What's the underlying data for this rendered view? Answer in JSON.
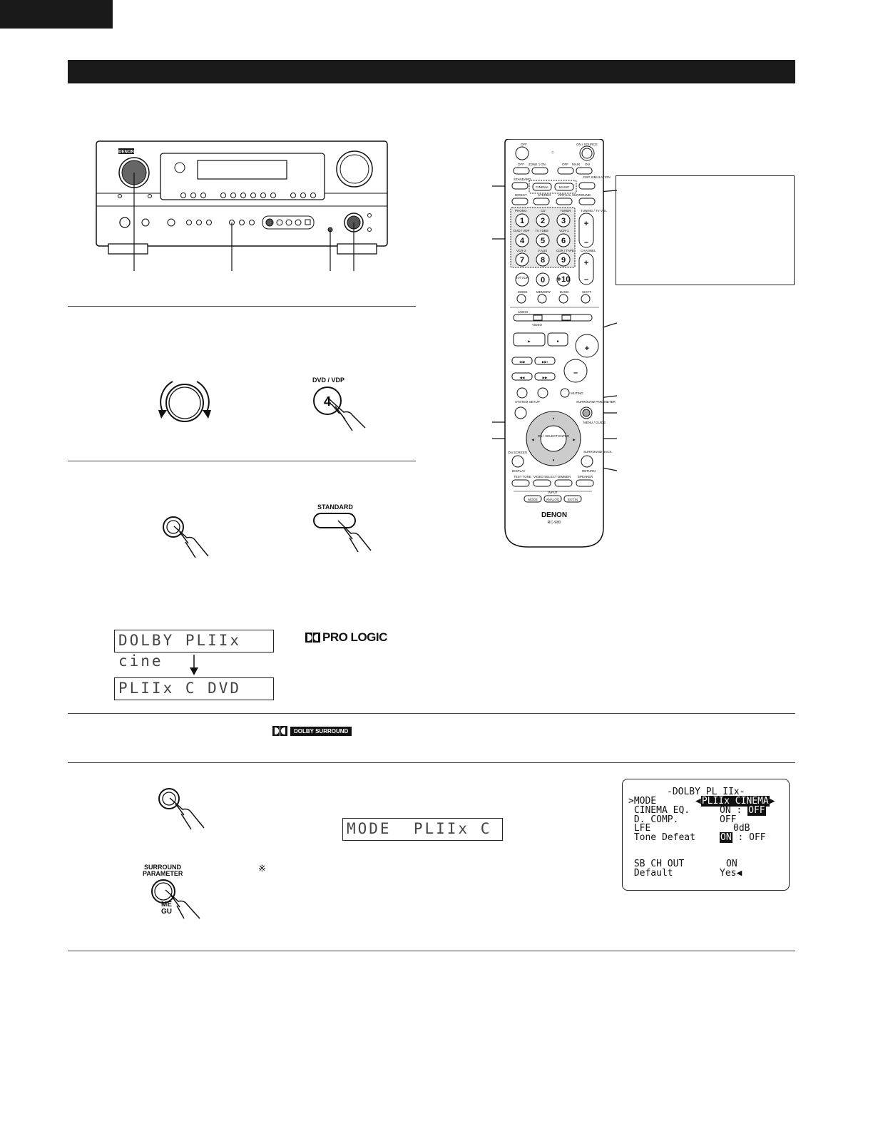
{
  "receiver": {
    "brand": "DENON"
  },
  "remote": {
    "brand": "DENON",
    "model": "RC-980",
    "labels": {
      "off": "OFF",
      "on_source": "ON / SOURCE",
      "zone_off": "OFF",
      "zone": "ZONE 1",
      "zone_on": "ON",
      "main_off": "OFF",
      "main": "MAIN",
      "main_on": "ON",
      "standard": "STANDARD",
      "cinema": "CINEMA",
      "music": "MUSIC",
      "dsp_sim": "DSP SIMULATION",
      "direct": "DIRECT",
      "stereo": "STEREO",
      "5ch": "5CH/7CH STEREO",
      "virtual": "VIRTUAL SURROUND",
      "phono": "PHONO",
      "cd": "CD",
      "tuner": "TUNER",
      "dvd": "DVD / VDP",
      "tvdbs": "TV / DBS",
      "vcr1": "VCR-1",
      "vcr2": "VCR-2",
      "vaux": "V.AUX",
      "cdr": "CDR / TAPE",
      "tvvcr": "TV/ VCR",
      "plus10": "+10",
      "mode": "MODE",
      "memory": "MEMORY",
      "band": "BAND",
      "shift": "SHIFT",
      "audio": "AUDIO",
      "video": "VIDEO",
      "muting": "MUTING",
      "system_setup": "SYSTEM SETUP",
      "surround_parameter": "SURROUND PARAMETER",
      "menu_guide": "MENU / GUIDE",
      "select_enter": "ON / SELECT ENTER",
      "on_screen": "ON SCREEN",
      "display": "DISPLAY",
      "surround_back": "SURROUND BACK",
      "return": "RETURN",
      "test_tone": "TEST TONE",
      "video_select": "VIDEO SELECT",
      "dimmer": "DIMMER",
      "speaker": "SPEAKER",
      "input": "INPUT",
      "input_mode": "MODE",
      "analog": "ANALOG",
      "ext_in": "EXT.IN",
      "channel": "CHANNEL",
      "tuning": "TUNING / TV VOL"
    }
  },
  "keys": {
    "dvd_vdp": "DVD / VDP",
    "dvd_num": "4",
    "standard": "STANDARD",
    "surround_parameter": "SURROUND PARAMETER",
    "menu_guide_partial": "ME GU"
  },
  "displays": {
    "line1": "DOLBY PLIIx cine",
    "line2": "PLIIx C DVD",
    "mode": "MODE  PLIIx C"
  },
  "logos": {
    "pro_logic": "PRO LOGIC",
    "dolby_surround": "DOLBY SURROUND"
  },
  "note_mark": "※",
  "osd": {
    "title": "-DOLBY PL IIx-",
    "rows": [
      {
        "label": ">MODE",
        "value": "PLIIx CINEMA"
      },
      {
        "label": " CINEMA EQ.",
        "value": "ON  :  OFF"
      },
      {
        "label": " D. COMP.",
        "value": "OFF"
      },
      {
        "label": " LFE",
        "value": "0dB"
      },
      {
        "label": " Tone Defeat",
        "value": "ON  :  OFF"
      },
      {
        "label": " SB CH OUT",
        "value": "ON"
      },
      {
        "label": " Default",
        "value": "Yes"
      }
    ],
    "mode_value": "PLIIx CINEMA",
    "cinema_on": "ON",
    "cinema_off": "OFF",
    "dcomp": "OFF",
    "lfe": "0dB",
    "tone_on": "ON",
    "tone_off": "OFF",
    "sb": "ON",
    "default": "Yes"
  }
}
